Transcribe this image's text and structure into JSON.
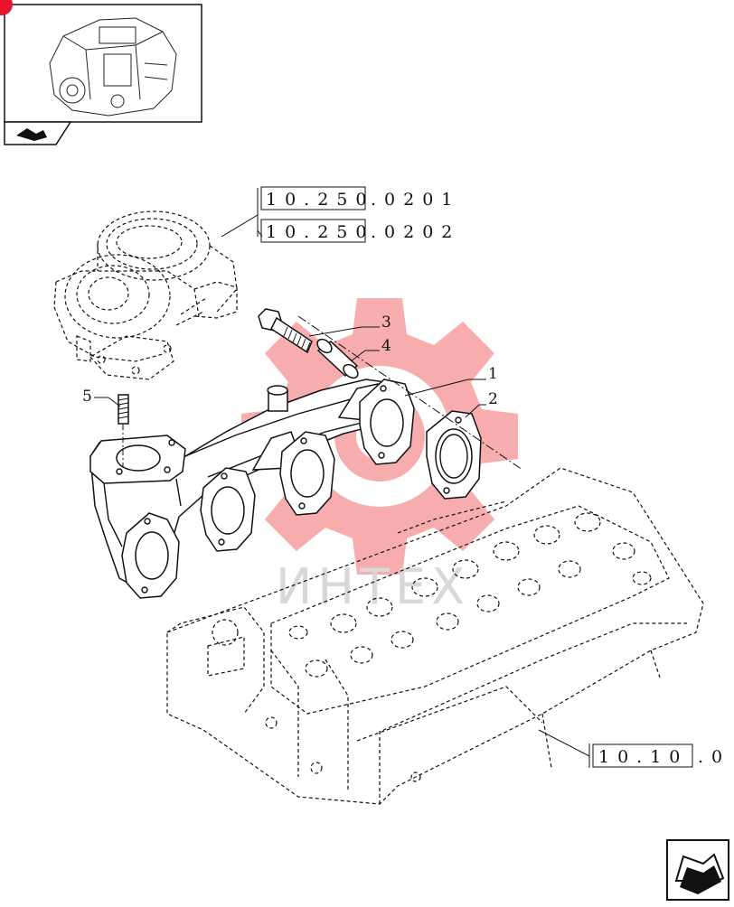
{
  "references": [
    {
      "boxed": "10.250",
      "suffix": ".0201"
    },
    {
      "boxed": "10.250",
      "suffix": ".0202"
    },
    {
      "boxed": "10.10",
      "suffix": ".0"
    }
  ],
  "callouts": [
    "1",
    "2",
    "3",
    "4",
    "5"
  ],
  "watermark": "ИНТЕХ",
  "icons": {
    "thumbnail_icon": "engine-thumbnail",
    "nav_icon": "arrow-right-icon",
    "next_page_icon": "next-page-arrow-icon"
  },
  "colors": {
    "line": "#111111",
    "watermark_gear": "#f7a5a5",
    "watermark_text": "#d8d8d8",
    "badge": "#e8142c"
  }
}
